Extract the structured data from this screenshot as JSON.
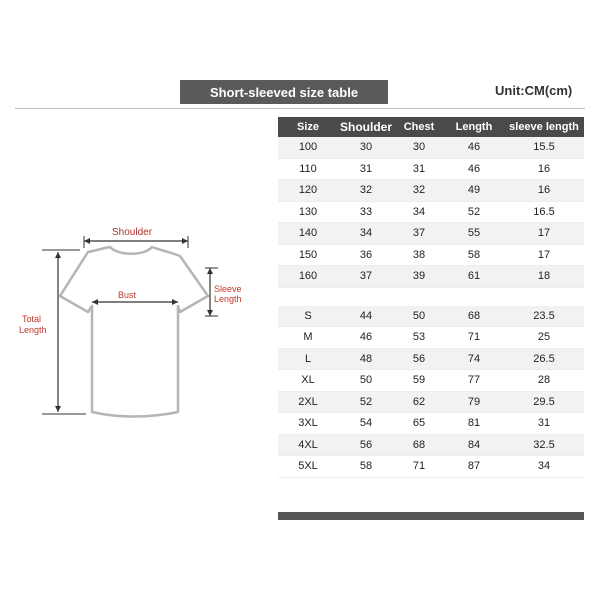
{
  "title": "Short-sleeved size  table",
  "unit": "Unit:CM(cm)",
  "diagram_labels": {
    "shoulder": "Shoulder",
    "bust": "Bust",
    "sleeve_line1": "Sleeve",
    "sleeve_line2": "Length",
    "total_line1": "Total",
    "total_line2": "Length"
  },
  "table": {
    "headers": [
      "Size",
      "Shoulder",
      "Chest",
      "Length",
      "sleeve length"
    ],
    "numeric_rows": [
      [
        "100",
        "30",
        "30",
        "46",
        "15.5"
      ],
      [
        "110",
        "31",
        "31",
        "46",
        "16"
      ],
      [
        "120",
        "32",
        "32",
        "49",
        "16"
      ],
      [
        "130",
        "33",
        "34",
        "52",
        "16.5"
      ],
      [
        "140",
        "34",
        "37",
        "55",
        "17"
      ],
      [
        "150",
        "36",
        "38",
        "58",
        "17"
      ],
      [
        "160",
        "37",
        "39",
        "61",
        "18"
      ]
    ],
    "letter_rows": [
      [
        "S",
        "44",
        "50",
        "68",
        "23.5"
      ],
      [
        "M",
        "46",
        "53",
        "71",
        "25"
      ],
      [
        "L",
        "48",
        "56",
        "74",
        "26.5"
      ],
      [
        "XL",
        "50",
        "59",
        "77",
        "28"
      ],
      [
        "2XL",
        "52",
        "62",
        "79",
        "29.5"
      ],
      [
        "3XL",
        "54",
        "65",
        "81",
        "31"
      ],
      [
        "4XL",
        "56",
        "68",
        "84",
        "32.5"
      ],
      [
        "5XL",
        "58",
        "71",
        "87",
        "34"
      ]
    ]
  }
}
